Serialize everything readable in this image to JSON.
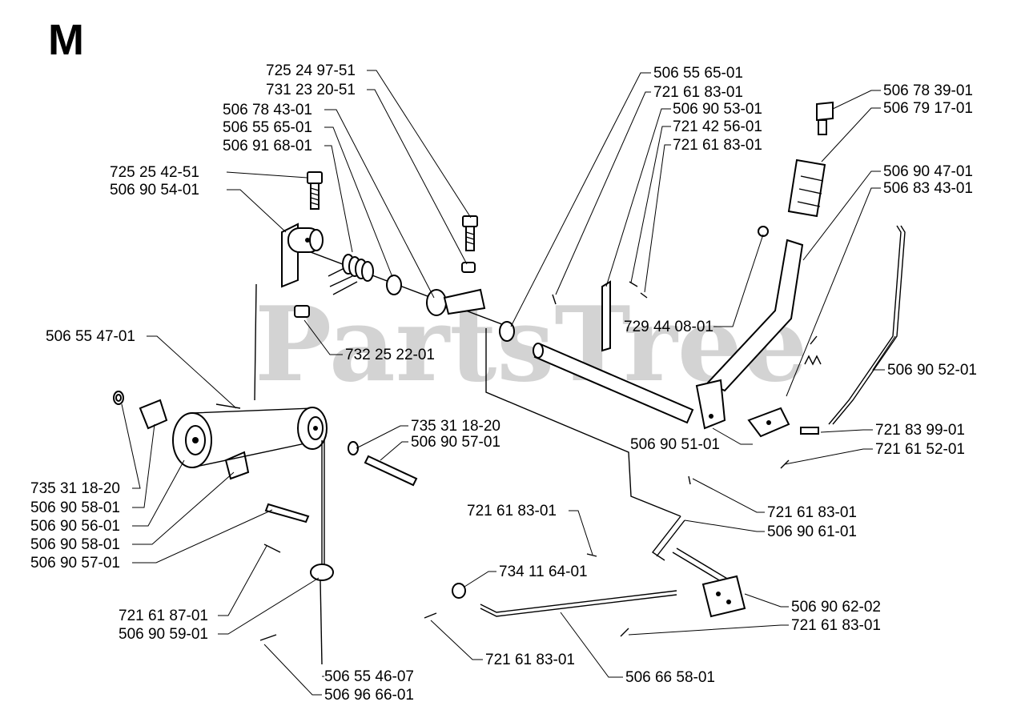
{
  "section_letter": "M",
  "watermark": "PartsTree",
  "callouts": [
    {
      "id": "c1",
      "text": "725 24 97-51"
    },
    {
      "id": "c2",
      "text": "731 23 20-51"
    },
    {
      "id": "c3",
      "text": "506 78 43-01"
    },
    {
      "id": "c4",
      "text": "506 55 65-01"
    },
    {
      "id": "c5",
      "text": "506 91 68-01"
    },
    {
      "id": "c6",
      "text": "725 25 42-51"
    },
    {
      "id": "c7",
      "text": "506 90 54-01"
    },
    {
      "id": "c8",
      "text": "506 55 65-01"
    },
    {
      "id": "c9",
      "text": "721 61 83-01"
    },
    {
      "id": "c10",
      "text": "506 90 53-01"
    },
    {
      "id": "c11",
      "text": "721 42 56-01"
    },
    {
      "id": "c12",
      "text": "721 61 83-01"
    },
    {
      "id": "c13",
      "text": "506 78 39-01"
    },
    {
      "id": "c14",
      "text": "506 79 17-01"
    },
    {
      "id": "c15",
      "text": "506 90 47-01"
    },
    {
      "id": "c16",
      "text": "506 83 43-01"
    },
    {
      "id": "c17",
      "text": "729 44 08-01"
    },
    {
      "id": "c18",
      "text": "732 25 22-01"
    },
    {
      "id": "c19",
      "text": "506 55 47-01"
    },
    {
      "id": "c20",
      "text": "506 90 52-01"
    },
    {
      "id": "c21",
      "text": "735 31 18-20"
    },
    {
      "id": "c22",
      "text": "506 90 57-01"
    },
    {
      "id": "c23",
      "text": "506 90 51-01"
    },
    {
      "id": "c24",
      "text": "721 83 99-01"
    },
    {
      "id": "c25",
      "text": "721 61 52-01"
    },
    {
      "id": "c26",
      "text": "735 31 18-20"
    },
    {
      "id": "c27",
      "text": "506 90 58-01"
    },
    {
      "id": "c28",
      "text": "506 90 56-01"
    },
    {
      "id": "c29",
      "text": "506 90 58-01"
    },
    {
      "id": "c30",
      "text": "506 90 57-01"
    },
    {
      "id": "c31",
      "text": "721 61 83-01"
    },
    {
      "id": "c32",
      "text": "721 61 83-01"
    },
    {
      "id": "c33",
      "text": "506 90 61-01"
    },
    {
      "id": "c34",
      "text": "734 11 64-01"
    },
    {
      "id": "c35",
      "text": "721 61 87-01"
    },
    {
      "id": "c36",
      "text": "506 90 59-01"
    },
    {
      "id": "c37",
      "text": "506 90 62-02"
    },
    {
      "id": "c38",
      "text": "721 61 83-01"
    },
    {
      "id": "c39",
      "text": "721 61 83-01"
    },
    {
      "id": "c40",
      "text": "506 55 46-07"
    },
    {
      "id": "c41",
      "text": "506 96 66-01"
    },
    {
      "id": "c42",
      "text": "506 66 58-01"
    }
  ]
}
